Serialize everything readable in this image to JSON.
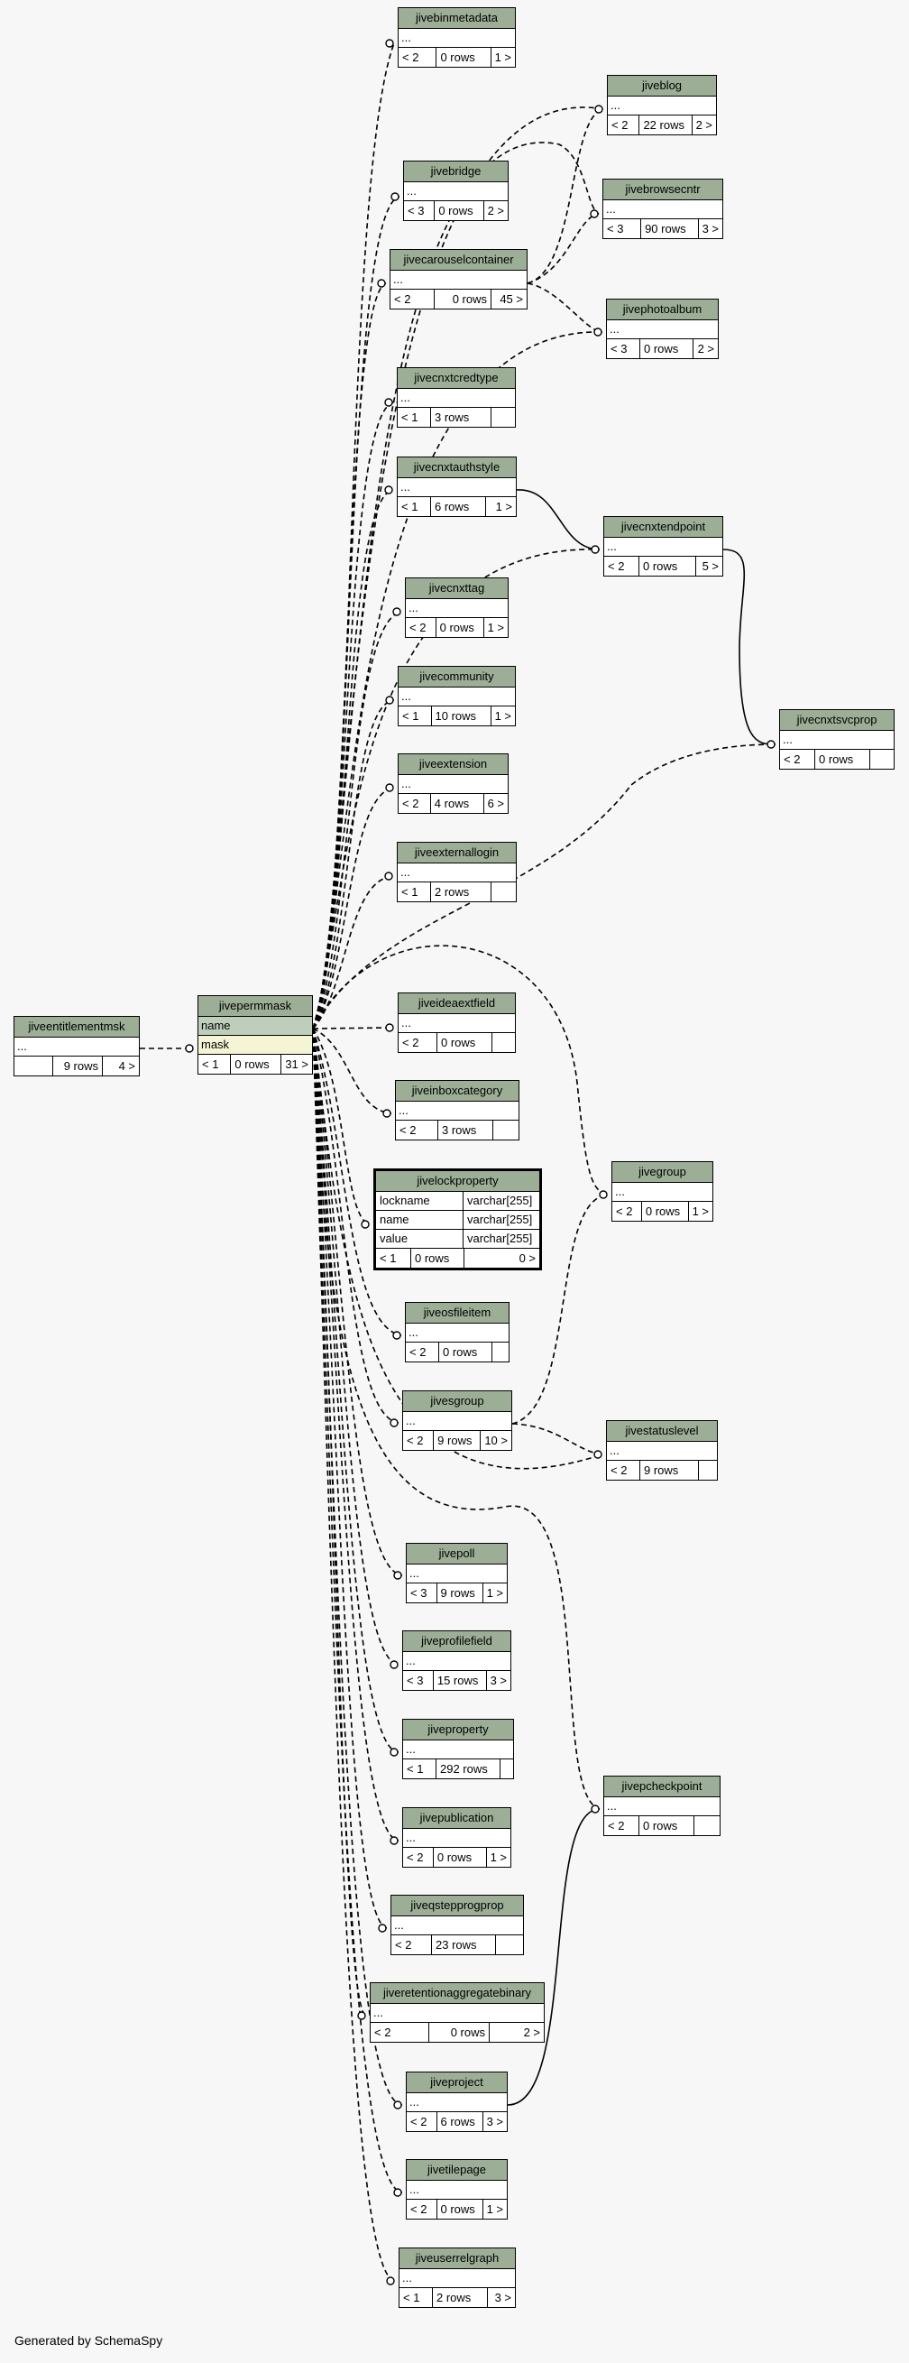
{
  "footer_text": "Generated by SchemaSpy",
  "colors": {
    "header": "#9cae96",
    "key_row": "#bfcebb",
    "index_row": "#f5f5d6"
  },
  "tables": {
    "jiveentitlementmsk": {
      "name": "jiveentitlementmsk",
      "row": "...",
      "parents": "",
      "rows": "9 rows",
      "children": "4 >"
    },
    "jivepermmask": {
      "name": "jivepermmask",
      "col1": "name",
      "col2": "mask",
      "parents": "< 1",
      "rows": "0 rows",
      "children": "31 >"
    },
    "jivebinmetadata": {
      "name": "jivebinmetadata",
      "row": "...",
      "parents": "< 2",
      "rows": "0 rows",
      "children": "1 >"
    },
    "jiveblog": {
      "name": "jiveblog",
      "row": "...",
      "parents": "< 2",
      "rows": "22 rows",
      "children": "2 >"
    },
    "jivebrowsecntr": {
      "name": "jivebrowsecntr",
      "row": "...",
      "parents": "< 3",
      "rows": "90 rows",
      "children": "3 >"
    },
    "jivebridge": {
      "name": "jivebridge",
      "row": "...",
      "parents": "< 3",
      "rows": "0 rows",
      "children": "2 >"
    },
    "jivecarouselcontainer": {
      "name": "jivecarouselcontainer",
      "row": "...",
      "parents": "< 2",
      "rows": "0 rows",
      "children": "45 >"
    },
    "jivephotoalbum": {
      "name": "jivephotoalbum",
      "row": "...",
      "parents": "< 3",
      "rows": "0 rows",
      "children": "2 >"
    },
    "jivecnxtcredtype": {
      "name": "jivecnxtcredtype",
      "row": "...",
      "parents": "< 1",
      "rows": "3 rows",
      "children": ""
    },
    "jivecnxtauthstyle": {
      "name": "jivecnxtauthstyle",
      "row": "...",
      "parents": "< 1",
      "rows": "6 rows",
      "children": "1 >"
    },
    "jivecnxtendpoint": {
      "name": "jivecnxtendpoint",
      "row": "...",
      "parents": "< 2",
      "rows": "0 rows",
      "children": "5 >"
    },
    "jivecnxttag": {
      "name": "jivecnxttag",
      "row": "...",
      "parents": "< 2",
      "rows": "0 rows",
      "children": "1 >"
    },
    "jivecommunity": {
      "name": "jivecommunity",
      "row": "...",
      "parents": "< 1",
      "rows": "10 rows",
      "children": "1 >"
    },
    "jivecnxtsvcprop": {
      "name": "jivecnxtsvcprop",
      "row": "...",
      "parents": "< 2",
      "rows": "0 rows",
      "children": ""
    },
    "jiveextension": {
      "name": "jiveextension",
      "row": "...",
      "parents": "< 2",
      "rows": "4 rows",
      "children": "6 >"
    },
    "jiveexternallogin": {
      "name": "jiveexternallogin",
      "row": "...",
      "parents": "< 1",
      "rows": "2 rows",
      "children": ""
    },
    "jiveideaextfield": {
      "name": "jiveideaextfield",
      "row": "...",
      "parents": "< 2",
      "rows": "0 rows",
      "children": ""
    },
    "jiveinboxcategory": {
      "name": "jiveinboxcategory",
      "row": "...",
      "parents": "< 2",
      "rows": "3 rows",
      "children": ""
    },
    "jivegroup": {
      "name": "jivegroup",
      "row": "...",
      "parents": "< 2",
      "rows": "0 rows",
      "children": "1 >"
    },
    "jivelockproperty": {
      "name": "jivelockproperty",
      "columns": [
        {
          "name": "lockname",
          "type": "varchar[255]"
        },
        {
          "name": "name",
          "type": "varchar[255]"
        },
        {
          "name": "value",
          "type": "varchar[255]"
        }
      ],
      "parents": "< 1",
      "rows": "0 rows",
      "children": "0 >"
    },
    "jiveosfileitem": {
      "name": "jiveosfileitem",
      "row": "...",
      "parents": "< 2",
      "rows": "0 rows",
      "children": ""
    },
    "jivesgroup": {
      "name": "jivesgroup",
      "row": "...",
      "parents": "< 2",
      "rows": "9 rows",
      "children": "10 >"
    },
    "jivestatuslevel": {
      "name": "jivestatuslevel",
      "row": "...",
      "parents": "< 2",
      "rows": "9 rows",
      "children": ""
    },
    "jivepoll": {
      "name": "jivepoll",
      "row": "...",
      "parents": "< 3",
      "rows": "9 rows",
      "children": "1 >"
    },
    "jiveprofilefield": {
      "name": "jiveprofilefield",
      "row": "...",
      "parents": "< 3",
      "rows": "15 rows",
      "children": "3 >"
    },
    "jiveproperty": {
      "name": "jiveproperty",
      "row": "...",
      "parents": "< 1",
      "rows": "292 rows",
      "children": ""
    },
    "jivepcheckpoint": {
      "name": "jivepcheckpoint",
      "row": "...",
      "parents": "< 2",
      "rows": "0 rows",
      "children": ""
    },
    "jivepublication": {
      "name": "jivepublication",
      "row": "...",
      "parents": "< 2",
      "rows": "0 rows",
      "children": "1 >"
    },
    "jiveqstepprogprop": {
      "name": "jiveqstepprogprop",
      "row": "...",
      "parents": "< 2",
      "rows": "23 rows",
      "children": ""
    },
    "jiveretentionaggregatebinary": {
      "name": "jiveretentionaggregatebinary",
      "row": "...",
      "parents": "< 2",
      "rows": "0 rows",
      "children": "2 >"
    },
    "jiveproject": {
      "name": "jiveproject",
      "row": "...",
      "parents": "< 2",
      "rows": "6 rows",
      "children": "3 >"
    },
    "jivetilepage": {
      "name": "jivetilepage",
      "row": "...",
      "parents": "< 2",
      "rows": "0 rows",
      "children": "1 >"
    },
    "jiveuserrelgraph": {
      "name": "jiveuserrelgraph",
      "row": "...",
      "parents": "< 1",
      "rows": "2 rows",
      "children": "3 >"
    }
  }
}
